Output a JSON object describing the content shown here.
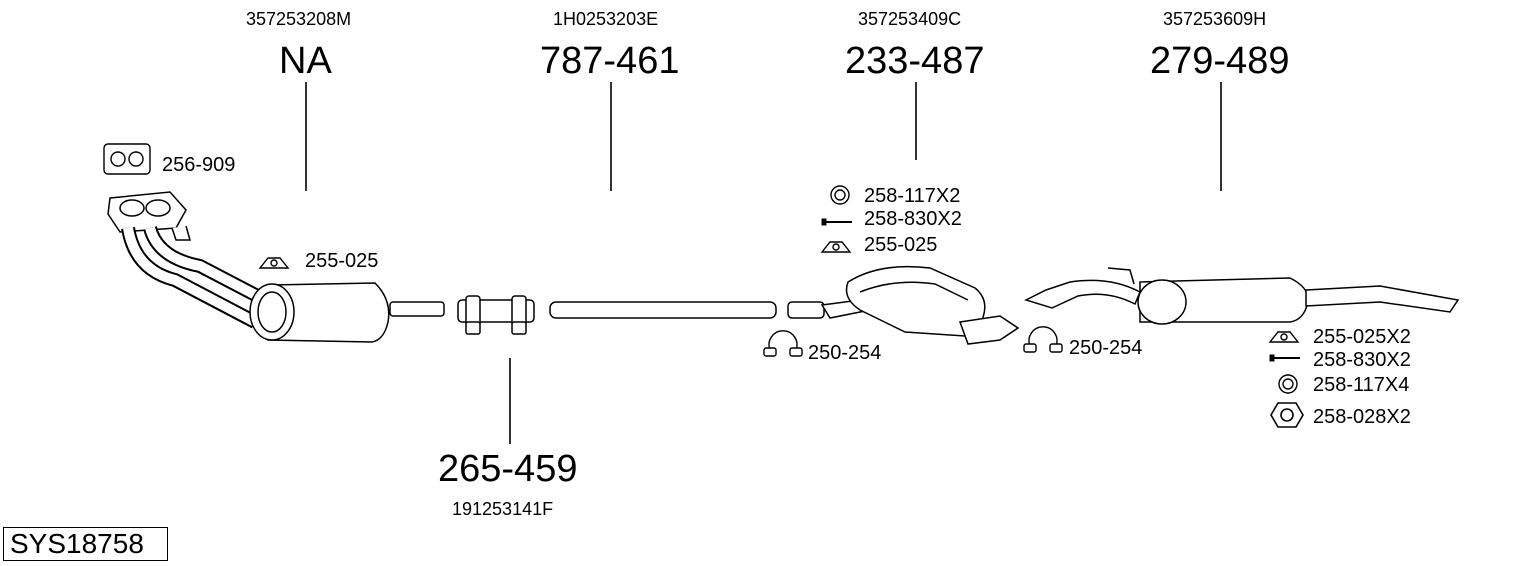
{
  "system_code": "SYS18758",
  "parts": [
    {
      "oem": "357253208M",
      "number": "NA"
    },
    {
      "oem": "1H0253203E",
      "number": "787-461"
    },
    {
      "oem": "357253409C",
      "number": "233-487"
    },
    {
      "oem": "357253609H",
      "number": "279-489"
    },
    {
      "oem": "191253141F",
      "number": "265-459"
    }
  ],
  "accessories": {
    "gasket": "256-909",
    "mount_front": "255-025",
    "mid_ring": "258-117X2",
    "mid_bolt": "258-830X2",
    "mid_mount": "255-025",
    "clamp_a": "250-254",
    "clamp_b": "250-254",
    "rear_mount": "255-025X2",
    "rear_bolt": "258-830X2",
    "rear_ring": "258-117X4",
    "rear_nut": "258-028X2"
  }
}
